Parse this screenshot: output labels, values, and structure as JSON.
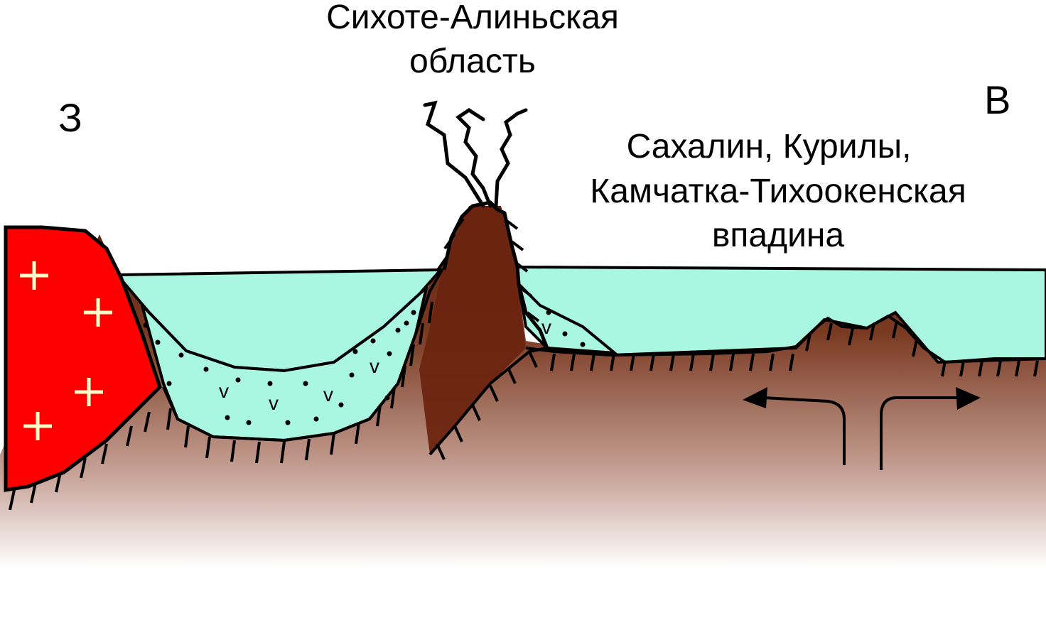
{
  "labels": {
    "west": "З",
    "east": "В",
    "center_line1": "Сихоте-Алиньская",
    "center_line2": "область",
    "right_line1": "Сахалин, Курилы,",
    "right_line2": "Камчатка-Тихоокенская",
    "right_line3": "впадина"
  },
  "colors": {
    "red_block": "#ff0000",
    "water": "#a9f7e0",
    "crust_dark": "#6b2410",
    "crust_fade": "#ffffff",
    "outline": "#000000"
  },
  "symbols": {
    "plus": "+",
    "volcanic": "v"
  }
}
